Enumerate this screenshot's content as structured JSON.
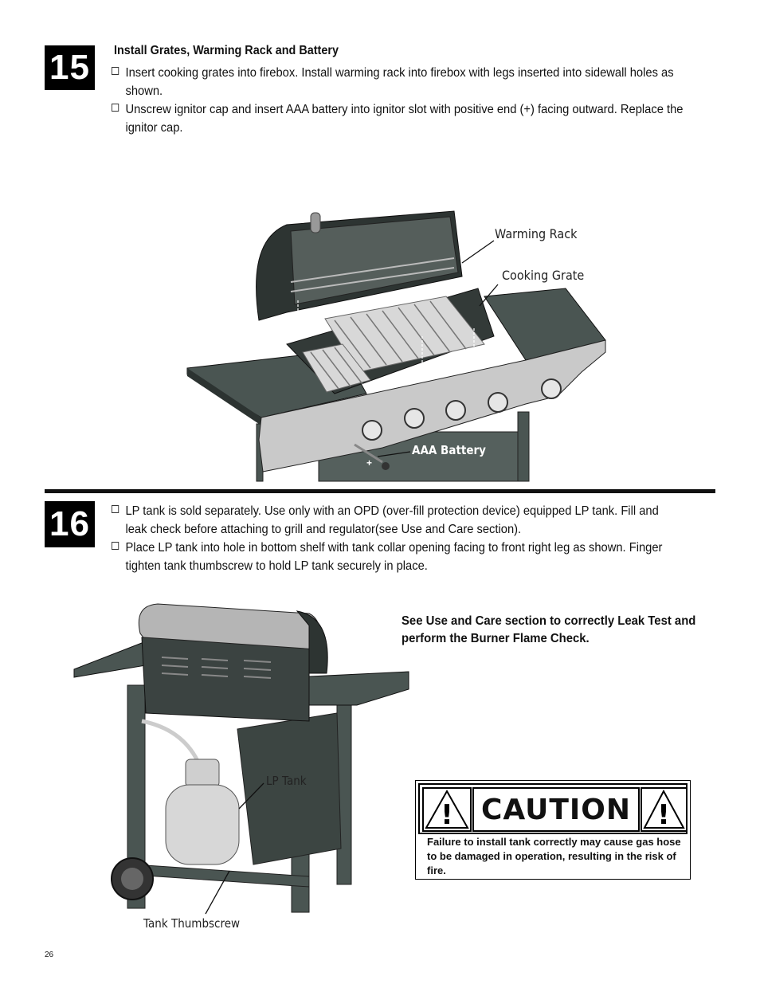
{
  "step15": {
    "number": "15",
    "title": "Install Grates, Warming Rack and Battery",
    "bullets": [
      {
        "line1": "Insert cooking grates into firebox.  Install warming rack into firebox with legs inserted into sidewall holes as",
        "line2": "shown."
      },
      {
        "line1": "Unscrew ignitor cap and insert  AAA battery into ignitor slot with positive end (+) facing outward.  Replace the",
        "line2": "ignitor cap."
      }
    ],
    "labels": {
      "warming_rack": "Warming Rack",
      "cooking_grate": "Cooking Grate",
      "battery": "AAA Battery",
      "plus": "+"
    }
  },
  "step16": {
    "number": "16",
    "bullets": [
      {
        "line1": "LP tank is sold separately.  Use only with an OPD (over-fill protection device) equipped LP tank.  Fill and",
        "line2": "leak check before attaching to grill and regulator(see Use and Care section)."
      },
      {
        "line1": "Place LP tank into hole in bottom shelf with tank collar opening facing to front right leg as shown.  Finger",
        "line2": "tighten tank thumbscrew to hold LP tank securely in place."
      }
    ],
    "labels": {
      "lp_tank": "LP Tank",
      "thumbscrew": "Tank Thumbscrew"
    },
    "note": {
      "line1": "See Use and Care section to correctly Leak Test and",
      "line2": "perform the Burner Flame Check."
    },
    "caution": {
      "title": "CAUTION",
      "line1": "Failure to install tank correctly may cause gas hose",
      "line2": "to be damaged in operation, resulting in the risk of",
      "line3": "fire."
    }
  },
  "page_number": "26"
}
